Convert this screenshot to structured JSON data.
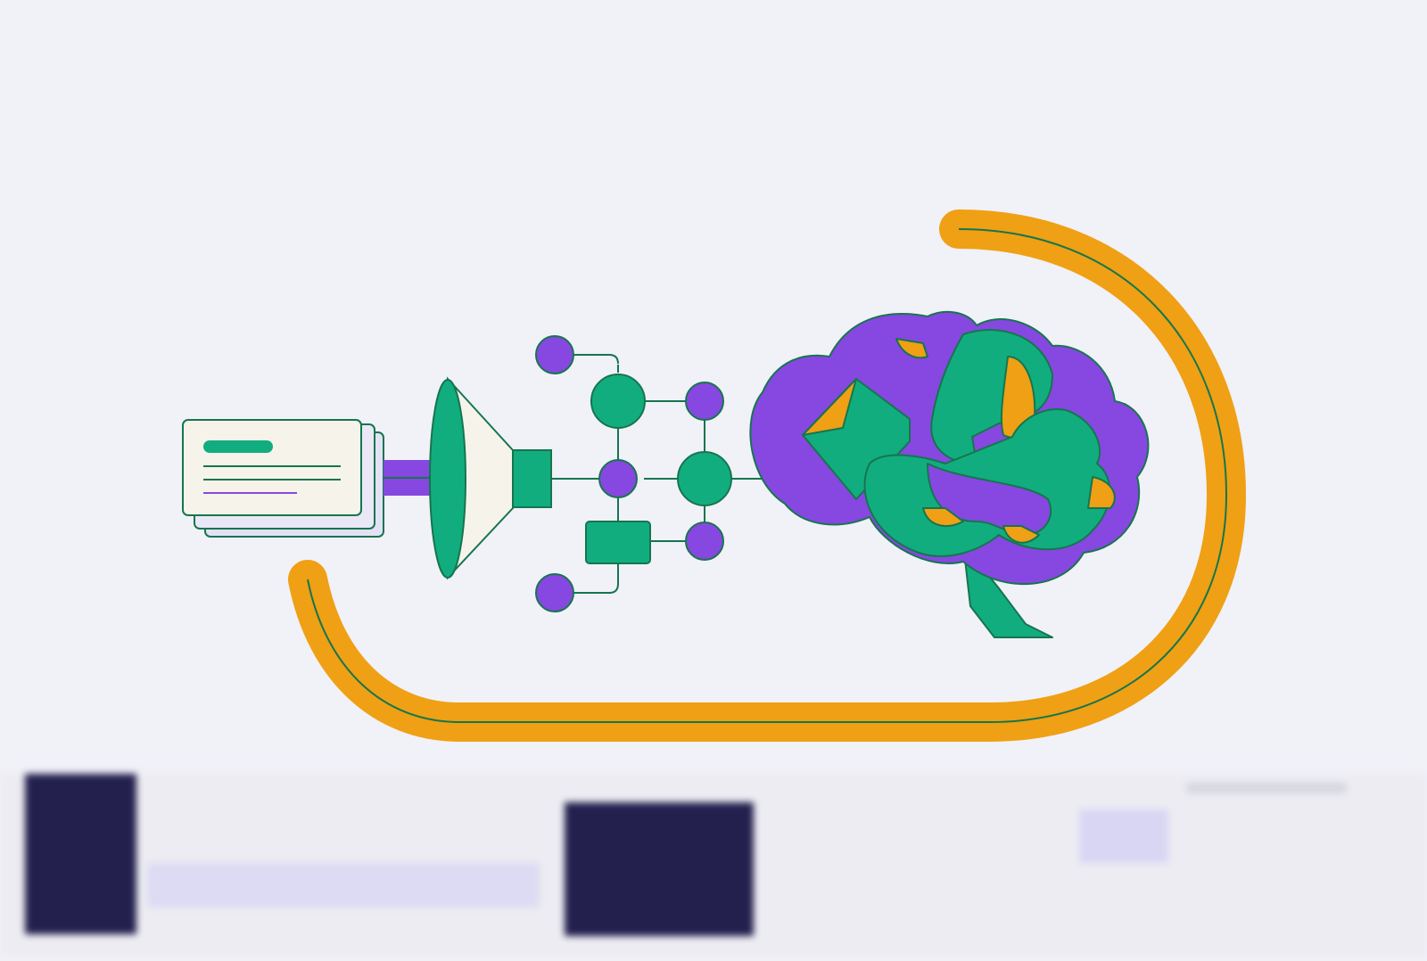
{
  "colors": {
    "background": "#f1f1f8",
    "purple": "#8648e0",
    "green": "#12ad7e",
    "orange": "#efa014",
    "outline": "#16754e",
    "card": "#f6f4ea",
    "card_back": "#e3e1f5",
    "navy": "#23204e",
    "lavender": "#d9d6f4"
  },
  "illustration": {
    "elements": [
      "document-stack",
      "funnel",
      "network-graph",
      "brain",
      "feedback-loop-arrow"
    ]
  }
}
